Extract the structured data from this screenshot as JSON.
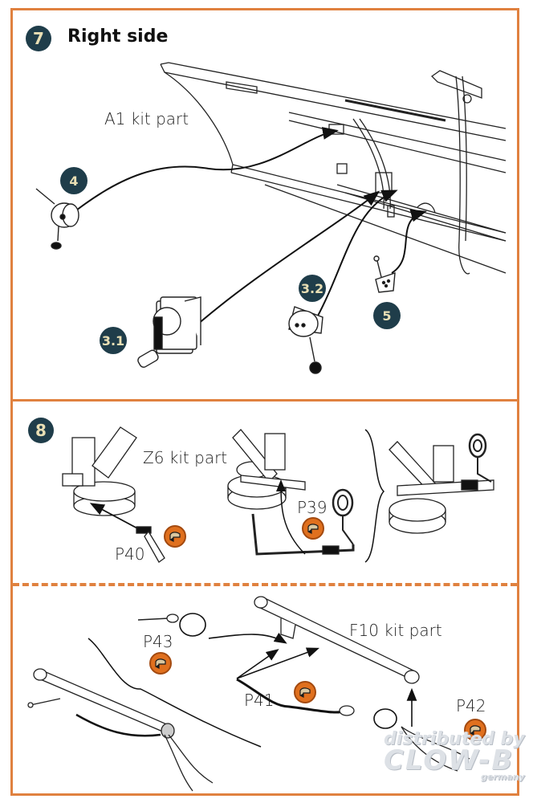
{
  "accent_color": "#e0813f",
  "step_badge_color": "#1f3d4a",
  "step7": {
    "number": "7",
    "title": "Right side",
    "kit_part_label": "A1 kit part",
    "callouts": [
      "4",
      "3.1",
      "3.2",
      "5"
    ]
  },
  "step8": {
    "number": "8",
    "kit_part_label": "Z6 kit part",
    "part_labels": [
      "P40",
      "P39"
    ]
  },
  "step9": {
    "kit_part_label": "F10 kit part",
    "part_labels": [
      "P43",
      "P41",
      "P42"
    ]
  },
  "icons": {
    "photo_etch": "photo-etch-bend-icon"
  },
  "watermark": {
    "line1": "distributed by",
    "line2": "CLOW-B",
    "line3": "germany"
  }
}
